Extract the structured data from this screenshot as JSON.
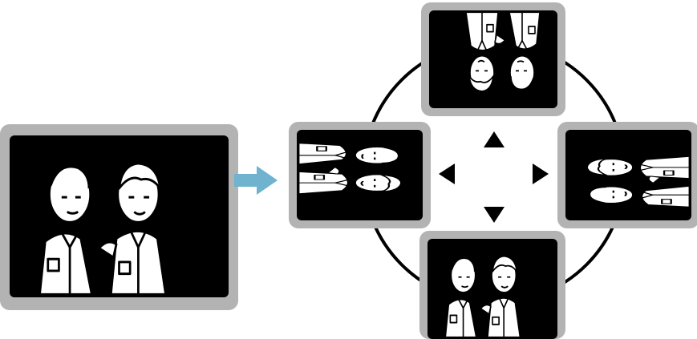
{
  "diagram": {
    "source_image": {},
    "rotation_views": [
      {
        "direction": "up",
        "rotation_deg": 180
      },
      {
        "direction": "left",
        "rotation_deg": 90
      },
      {
        "direction": "right",
        "rotation_deg": 270
      },
      {
        "direction": "down",
        "rotation_deg": 0
      }
    ],
    "arrow_color": "#6fb3cf",
    "frame_color": "#b3b3b3",
    "screen_color": "#000000",
    "outline_color": "#000000"
  }
}
